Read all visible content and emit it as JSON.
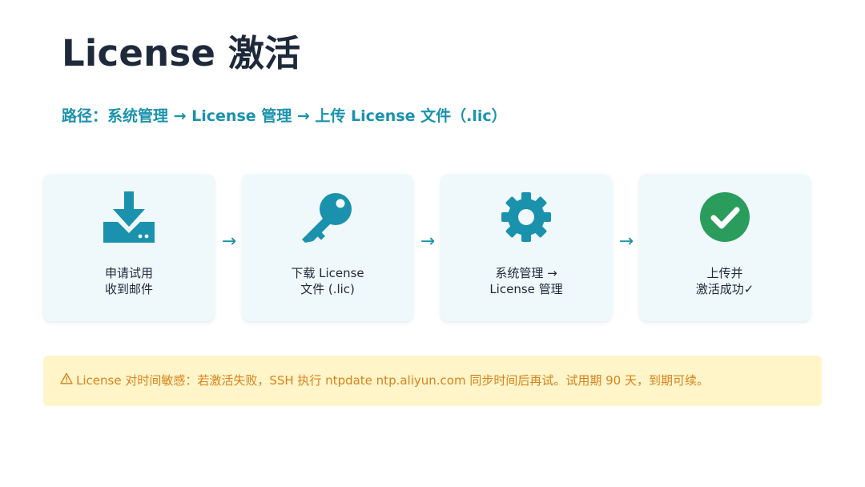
{
  "title": "License 激活",
  "path": "路径：系统管理 → License 管理 → 上传 License 文件（.lic）",
  "colors": {
    "accent": "#1a92ad",
    "success": "#2a9d5c",
    "card_bg": "#eff8fb",
    "warning_bg": "#fff5c9",
    "warning_text": "#d9821c",
    "heading": "#1e2a3b"
  },
  "steps": [
    {
      "icon": "download-tray-icon",
      "line1": "申请试用",
      "line2": "收到邮件"
    },
    {
      "icon": "key-icon",
      "line1": "下载 License",
      "line2": "文件 (.lic)"
    },
    {
      "icon": "gear-icon",
      "line1": "系统管理 →",
      "line2": "License 管理"
    },
    {
      "icon": "check-circle-icon",
      "line1": "上传并",
      "line2": "激活成功✓"
    }
  ],
  "arrow_symbol": "→",
  "warning": {
    "icon": "warning-triangle-icon",
    "text": "License 对时间敏感：若激活失败，SSH 执行 ntpdate ntp.aliyun.com 同步时间后再试。试用期 90 天，到期可续。"
  }
}
